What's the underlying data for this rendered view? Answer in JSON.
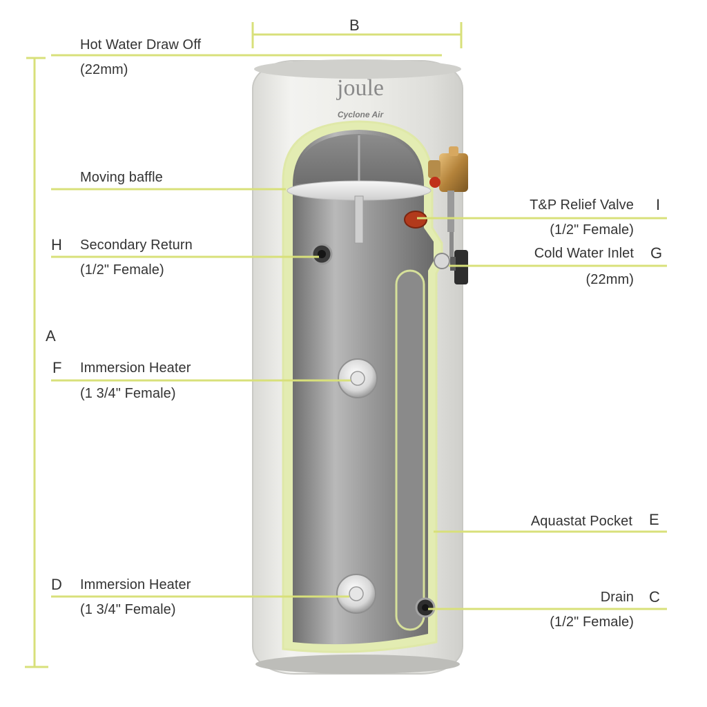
{
  "colors": {
    "leader_line": "#d8e07a",
    "text": "#333333",
    "tank_outer": "#e9e9e6",
    "tank_cutaway": "#c9c9c6",
    "insulation": "#e3ecb2",
    "cylinder": "#a8a8a8"
  },
  "brand": {
    "logo": "joule",
    "model": "Cyclone Air"
  },
  "dimensions": {
    "height_letter": "A",
    "width_letter": "B"
  },
  "labels": {
    "hot_water": {
      "name": "Hot Water Draw Off",
      "spec": "(22mm)"
    },
    "moving_baffle": {
      "name": "Moving baffle"
    },
    "secondary_return": {
      "letter": "H",
      "name": "Secondary Return",
      "spec": "(1/2\" Female)"
    },
    "immersion_upper": {
      "letter": "F",
      "name": "Immersion Heater",
      "spec": "(1 3/4\" Female)"
    },
    "immersion_lower": {
      "letter": "D",
      "name": "Immersion Heater",
      "spec": "(1 3/4\" Female)"
    },
    "tp_relief": {
      "letter": "I",
      "name": "T&P Relief Valve",
      "spec": "(1/2\" Female)"
    },
    "cold_inlet": {
      "letter": "G",
      "name": "Cold Water Inlet",
      "spec": "(22mm)"
    },
    "aquastat": {
      "letter": "E",
      "name": "Aquastat Pocket"
    },
    "drain": {
      "letter": "C",
      "name": "Drain",
      "spec": "(1/2\" Female)"
    }
  },
  "icons": [
    "tp-relief-valve-icon",
    "cold-inlet-valve-icon",
    "immersion-boss-icon",
    "port-icon"
  ]
}
